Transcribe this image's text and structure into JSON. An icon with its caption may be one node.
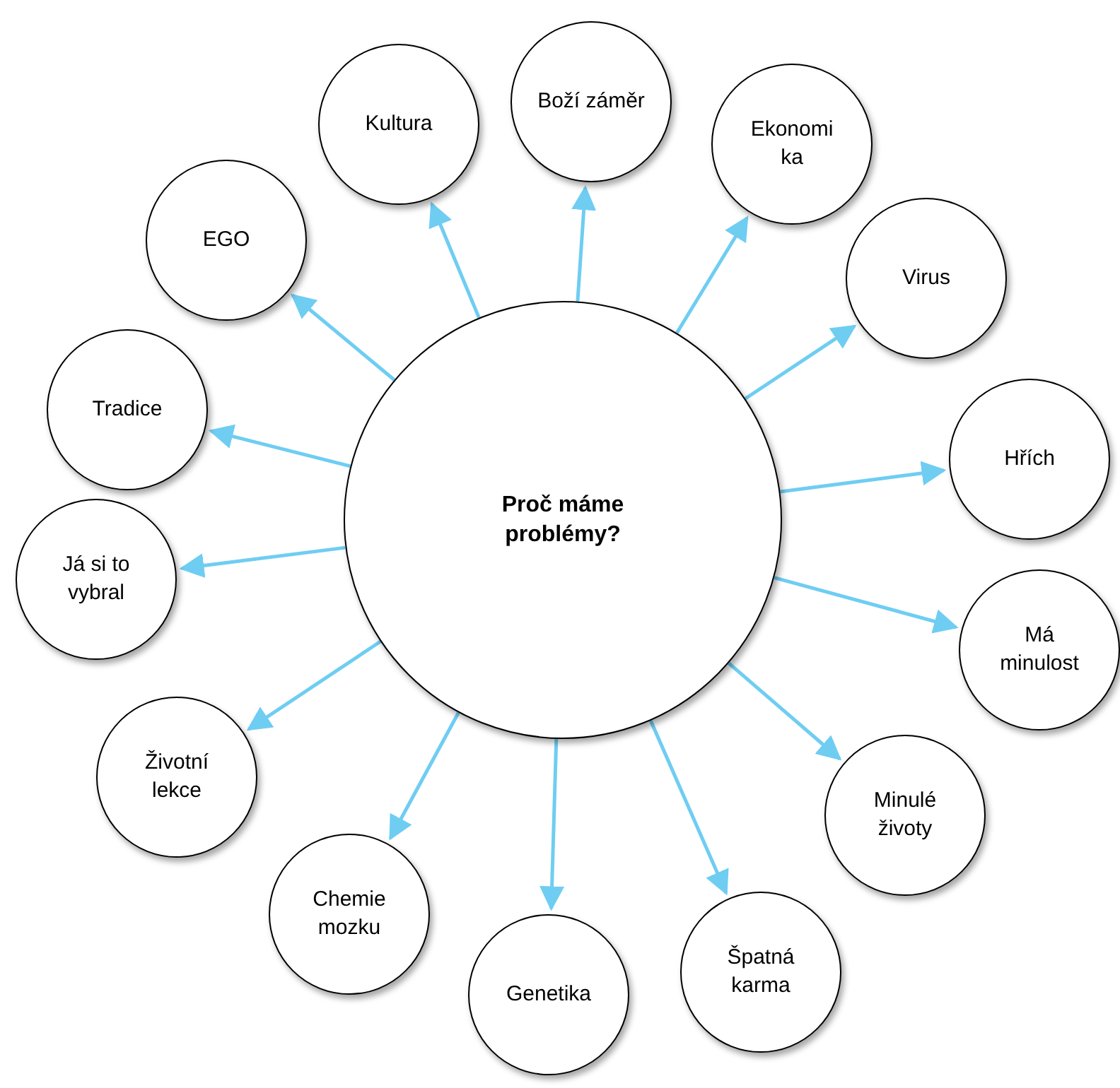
{
  "diagram": {
    "nodes": [
      {
        "text": [
          "Proč máme problémy?"
        ]
      },
      {
        "text": [
          "Kultura"
        ]
      },
      {
        "text": [
          "Boží záměr"
        ]
      },
      {
        "text": [
          "Ekonomi ka"
        ]
      },
      {
        "text": [
          "Virus"
        ]
      },
      {
        "text": [
          "Hřích"
        ]
      },
      {
        "text": [
          "Má minulost"
        ]
      },
      {
        "text": [
          "Minulé životy"
        ]
      },
      {
        "text": [
          "Špatná karma"
        ]
      },
      {
        "text": [
          "Genetika"
        ]
      },
      {
        "text": [
          "Chemie mozku"
        ]
      },
      {
        "text": [
          "Životní lekce"
        ]
      },
      {
        "text": [
          "Já si to vybral"
        ]
      },
      {
        "text": [
          "Tradice"
        ]
      },
      {
        "text": [
          "EGO"
        ]
      }
    ],
    "edges": [
      {
        "from": 0,
        "to": 1,
        "arrow": "to"
      },
      {
        "from": 0,
        "to": 2,
        "arrow": "to"
      },
      {
        "from": 0,
        "to": 3,
        "arrow": "to"
      },
      {
        "from": 0,
        "to": 4,
        "arrow": "to"
      },
      {
        "from": 0,
        "to": 5,
        "arrow": "to"
      },
      {
        "from": 0,
        "to": 6,
        "arrow": "to"
      },
      {
        "from": 0,
        "to": 7,
        "arrow": "to"
      },
      {
        "from": 0,
        "to": 8,
        "arrow": "to"
      },
      {
        "from": 0,
        "to": 9,
        "arrow": "to"
      },
      {
        "from": 0,
        "to": 10,
        "arrow": "to"
      },
      {
        "from": 0,
        "to": 11,
        "arrow": "to"
      },
      {
        "from": 0,
        "to": 12,
        "arrow": "to"
      },
      {
        "from": 0,
        "to": 13,
        "arrow": "to"
      },
      {
        "from": 0,
        "to": 14,
        "arrow": "to"
      }
    ]
  }
}
